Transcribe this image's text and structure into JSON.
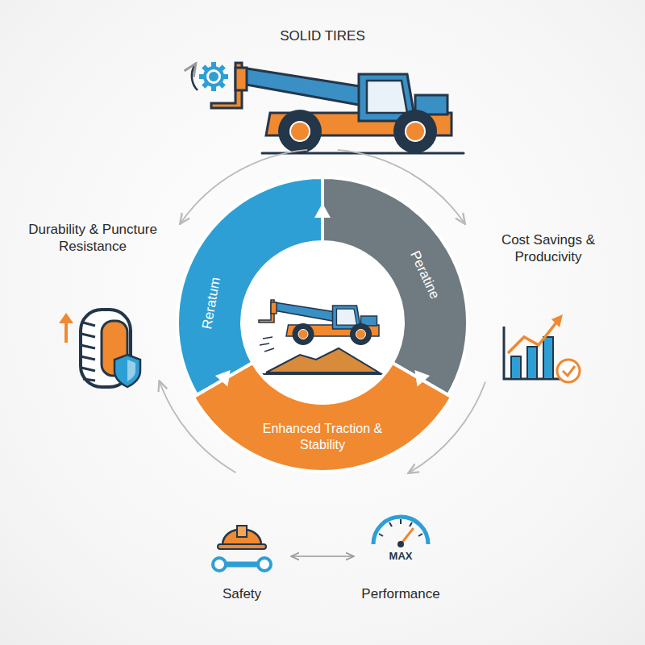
{
  "diagram": {
    "title": "SOLID TIRES",
    "nodes": [
      {
        "text": [
          "Reratum"
        ]
      },
      {
        "text": [
          "Peratine"
        ]
      },
      {
        "text": [
          "Enhanced Traction & Stability"
        ]
      }
    ],
    "labels": [
      "Durability & Puncture Resistance",
      "Cost Savings & Producivity",
      "Safety",
      "MAX",
      "Performance"
    ]
  }
}
